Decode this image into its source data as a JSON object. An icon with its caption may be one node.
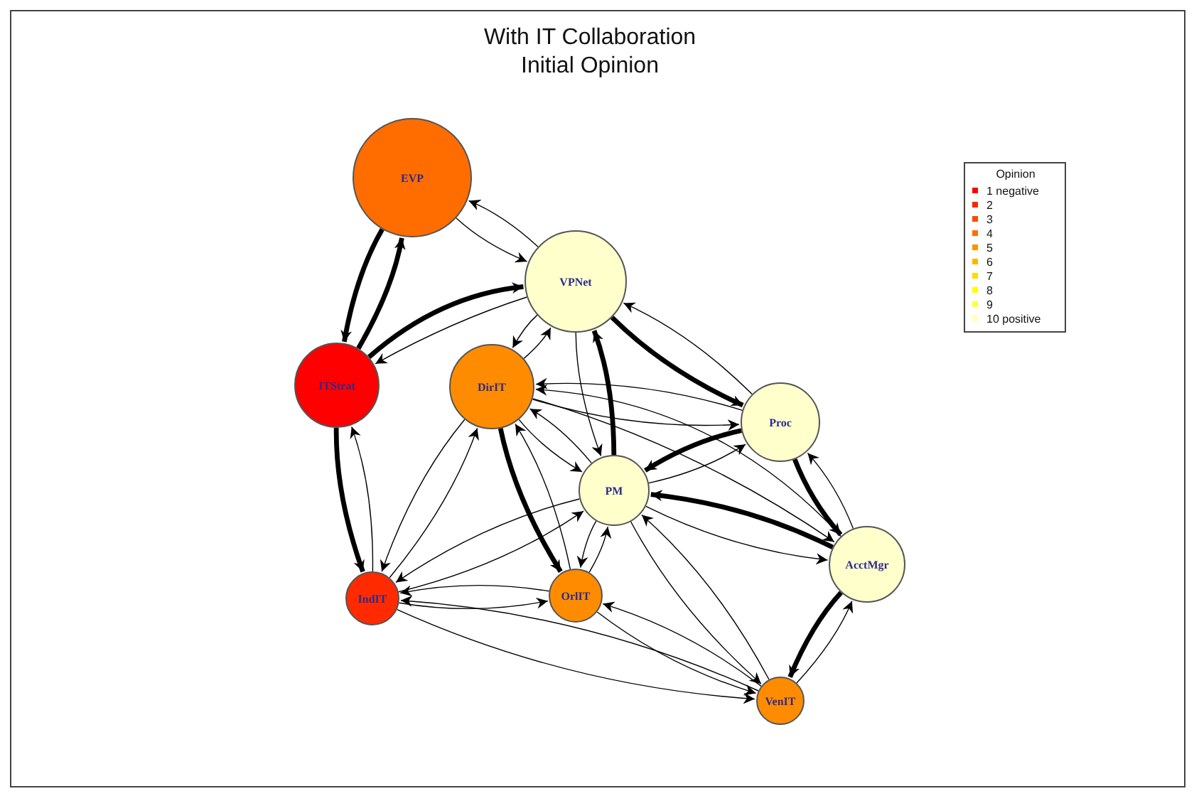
{
  "diagram": {
    "title": "With IT Collaboration Initial Opinion",
    "nodes": [
      {
        "text": [
          "EVP"
        ]
      },
      {
        "text": [
          "VPNet"
        ]
      },
      {
        "text": [
          "ITStrat"
        ]
      },
      {
        "text": [
          "DirIT"
        ]
      },
      {
        "text": [
          "Proc"
        ]
      },
      {
        "text": [
          "PM"
        ]
      },
      {
        "text": [
          "AcctMgr"
        ]
      },
      {
        "text": [
          "IndIT"
        ]
      },
      {
        "text": [
          "OrlIT"
        ]
      },
      {
        "text": [
          "VenIT"
        ]
      }
    ],
    "edges": [
      {
        "from": 0,
        "to": 1,
        "arrow": "to"
      },
      {
        "from": 1,
        "to": 0,
        "arrow": "to"
      },
      {
        "from": 0,
        "to": 2,
        "arrow": "to",
        "style": "thick"
      },
      {
        "from": 2,
        "to": 0,
        "arrow": "to",
        "style": "thick"
      },
      {
        "from": 1,
        "to": 2,
        "arrow": "to"
      },
      {
        "from": 2,
        "to": 1,
        "arrow": "to",
        "style": "thick"
      },
      {
        "from": 1,
        "to": 3,
        "arrow": "to"
      },
      {
        "from": 3,
        "to": 1,
        "arrow": "to"
      },
      {
        "from": 1,
        "to": 5,
        "arrow": "to"
      },
      {
        "from": 5,
        "to": 1,
        "arrow": "to",
        "style": "thick"
      },
      {
        "from": 1,
        "to": 4,
        "arrow": "to",
        "style": "thick"
      },
      {
        "from": 4,
        "to": 1,
        "arrow": "to"
      },
      {
        "from": 3,
        "to": 4,
        "arrow": "to"
      },
      {
        "from": 4,
        "to": 3,
        "arrow": "to"
      },
      {
        "from": 3,
        "to": 5,
        "arrow": "to"
      },
      {
        "from": 5,
        "to": 3,
        "arrow": "to"
      },
      {
        "from": 3,
        "to": 6,
        "arrow": "to"
      },
      {
        "from": 6,
        "to": 3,
        "arrow": "to"
      },
      {
        "from": 3,
        "to": 8,
        "arrow": "to",
        "style": "thick"
      },
      {
        "from": 8,
        "to": 3,
        "arrow": "to"
      },
      {
        "from": 3,
        "to": 7,
        "arrow": "to"
      },
      {
        "from": 7,
        "to": 3,
        "arrow": "to"
      },
      {
        "from": 2,
        "to": 7,
        "arrow": "to",
        "style": "thick"
      },
      {
        "from": 7,
        "to": 2,
        "arrow": "to"
      },
      {
        "from": 4,
        "to": 5,
        "arrow": "to",
        "style": "thick"
      },
      {
        "from": 5,
        "to": 4,
        "arrow": "to"
      },
      {
        "from": 4,
        "to": 6,
        "arrow": "to",
        "style": "thick"
      },
      {
        "from": 6,
        "to": 4,
        "arrow": "to"
      },
      {
        "from": 6,
        "to": 5,
        "arrow": "to",
        "style": "thick"
      },
      {
        "from": 5,
        "to": 6,
        "arrow": "to"
      },
      {
        "from": 5,
        "to": 7,
        "arrow": "to"
      },
      {
        "from": 7,
        "to": 5,
        "arrow": "to"
      },
      {
        "from": 5,
        "to": 8,
        "arrow": "to"
      },
      {
        "from": 8,
        "to": 5,
        "arrow": "to"
      },
      {
        "from": 5,
        "to": 9,
        "arrow": "to"
      },
      {
        "from": 9,
        "to": 5,
        "arrow": "to"
      },
      {
        "from": 6,
        "to": 9,
        "arrow": "to",
        "style": "thick"
      },
      {
        "from": 9,
        "to": 6,
        "arrow": "to"
      },
      {
        "from": 7,
        "to": 8,
        "arrow": "to"
      },
      {
        "from": 8,
        "to": 7,
        "arrow": "to"
      },
      {
        "from": 7,
        "to": 9,
        "arrow": "to"
      },
      {
        "from": 9,
        "to": 7,
        "arrow": "to"
      },
      {
        "from": 8,
        "to": 9,
        "arrow": "to"
      },
      {
        "from": 9,
        "to": 8,
        "arrow": "to"
      }
    ],
    "labels": [
      "Opinion"
    ],
    "legend": [
      {
        "text": "1 negative",
        "color": "#ff0000"
      },
      {
        "text": "2",
        "color": "#ff2400"
      },
      {
        "text": "3",
        "color": "#ff4900"
      },
      {
        "text": "4",
        "color": "#ff6d00"
      },
      {
        "text": "5",
        "color": "#ff9200"
      },
      {
        "text": "6",
        "color": "#ffb600"
      },
      {
        "text": "7",
        "color": "#ffdb00"
      },
      {
        "text": "8",
        "color": "#ffff00"
      },
      {
        "text": "9",
        "color": "#ffff40"
      },
      {
        "text": "10 positive",
        "color": "#ffffbf"
      }
    ]
  }
}
